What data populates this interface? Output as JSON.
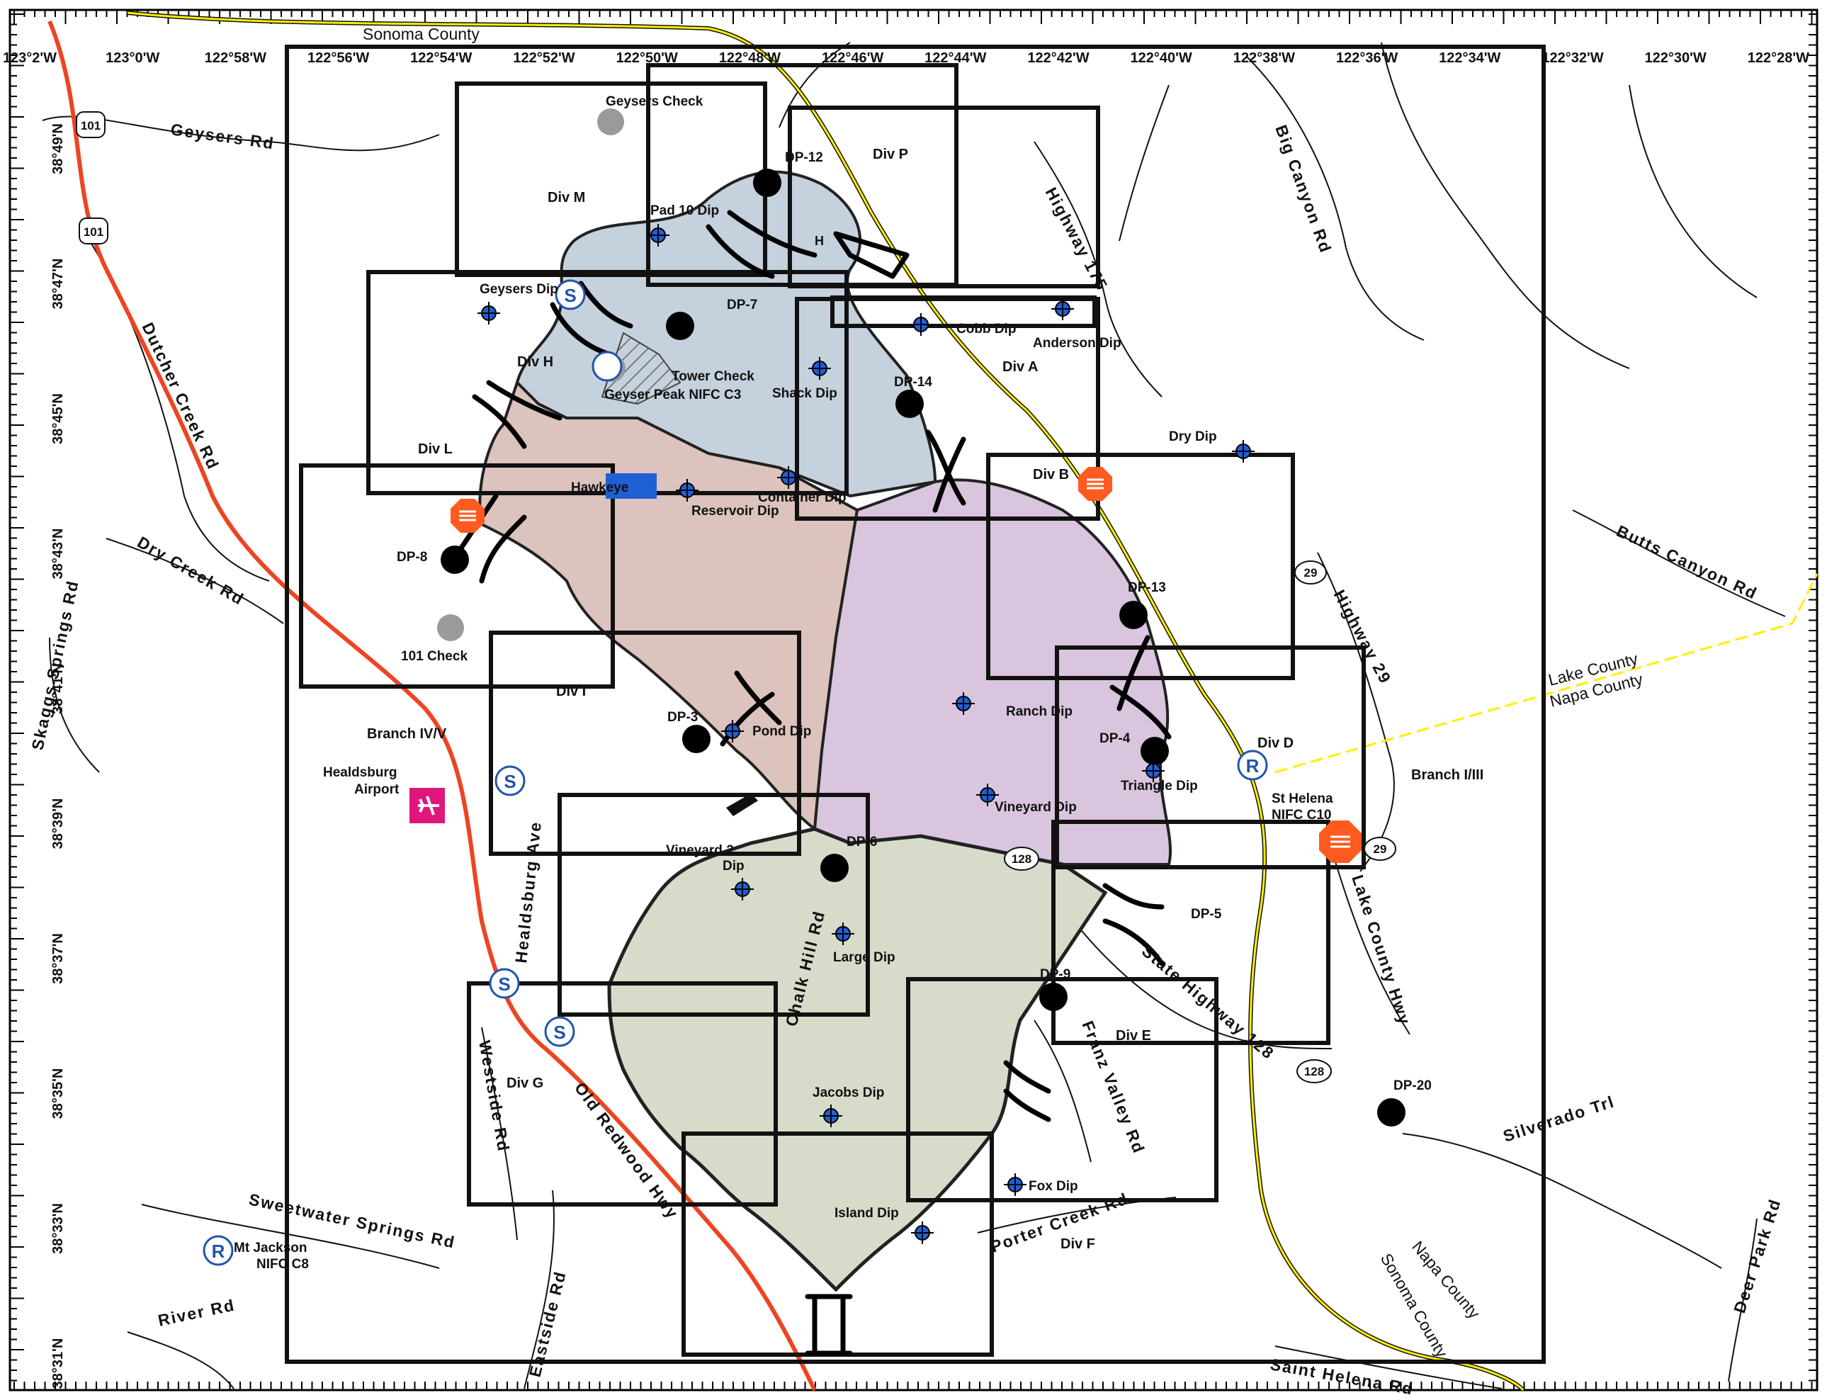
{
  "colors": {
    "branch_north": "#c5d1dc",
    "branch_west": "#dcc3bd",
    "branch_east": "#d9c5de",
    "branch_south": "#d6dcc9",
    "major_road": "#ee4422",
    "county_line": "#ffee00",
    "dip_marker": "#1f5fd6",
    "airport": "#e0177a",
    "stop_sign": "#ff5a1f"
  },
  "lon_ticks": [
    "123°2'W",
    "123°0'W",
    "122°58'W",
    "122°56'W",
    "122°54'W",
    "122°52'W",
    "122°50'W",
    "122°48'W",
    "122°46'W",
    "122°44'W",
    "122°42'W",
    "122°40'W",
    "122°38'W",
    "122°36'W",
    "122°34'W",
    "122°32'W",
    "122°30'W",
    "122°28'W"
  ],
  "lat_ticks": [
    "38°49'N",
    "38°47'N",
    "38°45'N",
    "38°43'N",
    "38°41'N",
    "38°39'N",
    "38°37'N",
    "38°35'N",
    "38°33'N",
    "38°31'N"
  ],
  "divisions": {
    "div_m": "Div M",
    "div_p": "Div P",
    "div_h": "Div H",
    "div_a": "Div A",
    "div_l": "Div L",
    "div_b": "Div B",
    "div_i": "Div I",
    "div_d": "Div D",
    "div_e": "Div E",
    "div_g": "Div G",
    "div_f": "Div F"
  },
  "branches": {
    "branch_iv_v": "Branch IV/V",
    "branch_i_iii": "Branch I/III"
  },
  "drop_points": {
    "dp12": "DP-12",
    "dp7": "DP-7",
    "dp14": "DP-14",
    "dp8": "DP-8",
    "dp13": "DP-13",
    "dp3": "DP-3",
    "dp4": "DP-4",
    "dp6": "DP-6",
    "dp5": "DP-5",
    "dp9": "DP-9",
    "dp20": "DP-20"
  },
  "dips": {
    "pad10": "Pad 10 Dip",
    "geysers": "Geysers Dip",
    "cobb": "Cobb Dip",
    "anderson": "Anderson Dip",
    "shack": "Shack Dip",
    "dry": "Dry Dip",
    "reservoir": "Reservoir Dip",
    "container": "Container Dip",
    "pond": "Pond Dip",
    "ranch": "Ranch Dip",
    "triangle": "Triangle Dip",
    "vineyard": "Vineyard Dip",
    "vineyard2_a": "Vineyard 2",
    "vineyard2_b": "Dip",
    "large": "Large Dip",
    "jacobs": "Jacobs Dip",
    "fox": "Fox Dip",
    "island": "Island Dip"
  },
  "checks": {
    "geysers_check": "Geysers Check",
    "tower_check": "Tower Check",
    "check_101": "101 Check",
    "geyser_peak": "Geyser Peak NIFC C3"
  },
  "facilities": {
    "hawkeye": "Hawkeye",
    "healdsburg_a": "Healdsburg",
    "healdsburg_b": "Airport",
    "st_helena_a": "St Helena",
    "st_helena_b": "NIFC C10",
    "mt_jackson_a": "Mt Jackson",
    "mt_jackson_b": "NIFC C8",
    "repeater_letter": "R",
    "staging_letter": "S",
    "heli_letter": "H"
  },
  "roads": {
    "geysers_rd": "Geysers Rd",
    "big_canyon_rd": "Big Canyon Rd",
    "highway_175": "Highway 175",
    "dutcher_creek_rd": "Dutcher Creek Rd",
    "dry_creek_rd": "Dry Creek Rd",
    "skaggs_springs_rd": "Skaggs Springs Rd",
    "butts_canyon_rd": "Butts Canyon Rd",
    "highway_29": "Highway 29",
    "healdsburg_ave": "Healdsburg Ave",
    "chalk_hill_rd": "Chalk Hill Rd",
    "state_highway_128": "State Highway 128",
    "lake_county_hwy": "Lake County Hwy",
    "franz_valley_rd": "Franz Valley Rd",
    "westside_rd": "Westside Rd",
    "old_redwood_hwy": "Old Redwood Hwy",
    "silverado_trl": "Silverado Trl",
    "sweetwater_springs_rd": "Sweetwater Springs Rd",
    "porter_creek_rd": "Porter Creek Rd",
    "eastside_rd": "Eastside Rd",
    "river_rd": "River Rd",
    "deer_park_rd": "Deer Park Rd",
    "saint_helena_rd": "Saint Helena Rd"
  },
  "shields": {
    "r101": "101",
    "r29": "29",
    "r128": "128"
  },
  "counties": {
    "sonoma_top": "Sonoma County",
    "lake": "Lake County",
    "napa": "Napa County",
    "napa_se": "Napa County",
    "sonoma_se": "Sonoma County"
  }
}
